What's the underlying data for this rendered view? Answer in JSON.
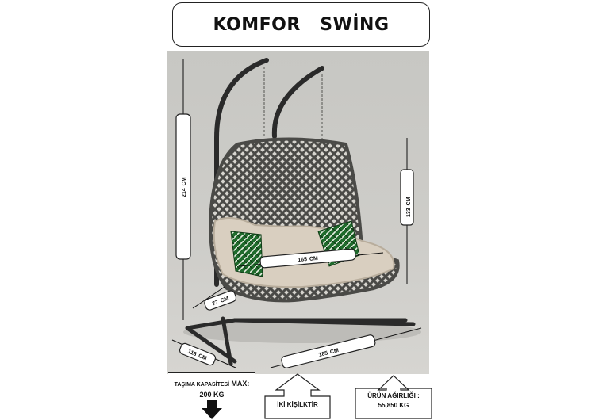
{
  "title": "KOMFOR   SWİNG",
  "dimensions": {
    "height_total": "214",
    "height_total_unit": "CM",
    "height_seat": "133",
    "height_seat_unit": "CM",
    "seat_width": "165",
    "seat_width_unit": "CM",
    "seat_depth": "77",
    "seat_depth_unit": "CM",
    "base_depth": "118",
    "base_depth_unit": "CM",
    "base_width": "185",
    "base_width_unit": "CM"
  },
  "capacity": {
    "label_prefix": "TAŞIMA KAPASİTESİ",
    "label_max": "MAX:",
    "value": "200 KG"
  },
  "persons": {
    "label": "İKİ KİŞİLKTİR"
  },
  "weight": {
    "label": "ÜRÜN AĞIRLIĞI :",
    "value": "55,850 KG"
  },
  "colors": {
    "frame": "#2a2a2a",
    "rattan": "#5e5e5a",
    "cushion": "#d9cfc0",
    "pillow_green": "#2c8a3a",
    "background": "#cbcac6"
  }
}
